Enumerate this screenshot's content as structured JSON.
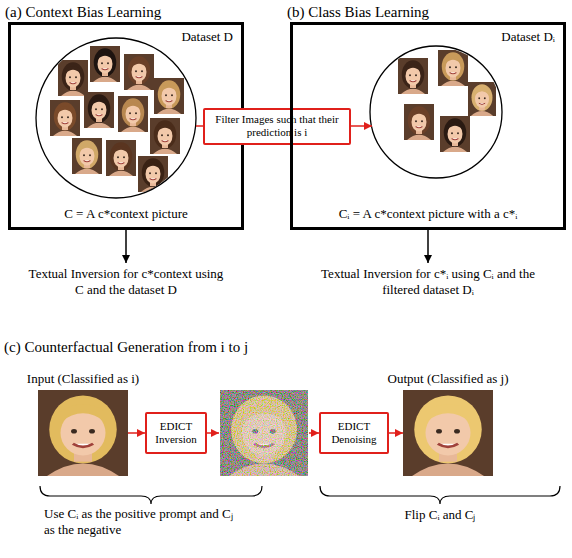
{
  "diagram": {
    "nodes": [
      {
        "text": [
          "(a) Context Bias Learning",
          "Dataset D",
          "C = A c*context picture"
        ]
      },
      {
        "text": [
          "Filter Images such that their prediction is i"
        ]
      },
      {
        "text": [
          "(b) Class Bias Learning",
          "Dataset Dᵢ",
          "Cᵢ = A c*context picture with a c*ᵢ"
        ]
      },
      {
        "text": [
          "Textual Inversion for c*context using C and the dataset D"
        ]
      },
      {
        "text": [
          "Textual Inversion for c*ᵢ using Cᵢ and the filtered dataset Dᵢ"
        ]
      },
      {
        "text": [
          "Input (Classified as i)"
        ]
      },
      {
        "text": [
          "EDICT Inversion"
        ]
      },
      {
        "text": [
          "EDICT Denoising"
        ]
      },
      {
        "text": [
          "Output (Classified as j)"
        ]
      }
    ],
    "edges": [
      {
        "from": 0,
        "to": 1,
        "arrow": "none"
      },
      {
        "from": 1,
        "to": 2,
        "arrow": "to"
      },
      {
        "from": 0,
        "to": 3,
        "arrow": "to"
      },
      {
        "from": 2,
        "to": 4,
        "arrow": "to"
      },
      {
        "from": 5,
        "to": 6,
        "arrow": "to"
      },
      {
        "from": 7,
        "to": 8,
        "arrow": "to"
      }
    ],
    "labels": [
      "(c) Counterfactual Generation from i to j",
      "Use Cᵢ as the positive prompt and Cⱼ as the negative",
      "Flip Cᵢ and Cⱼ"
    ]
  }
}
